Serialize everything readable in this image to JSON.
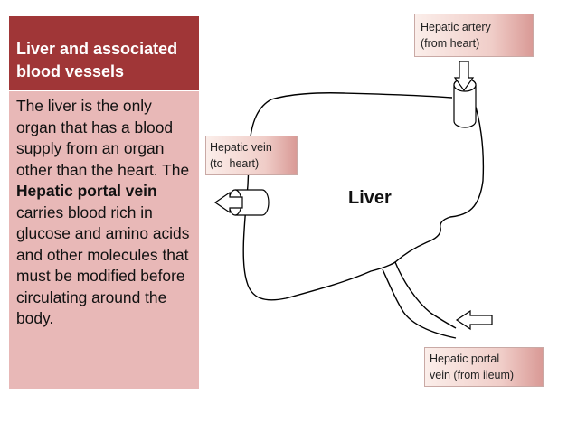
{
  "panel": {
    "title": "Liver and associated blood vessels",
    "body_before": "The liver is the only organ that has a blood supply from an organ other than the heart. The ",
    "body_bold": "Hepatic portal vein",
    "body_after": " carries blood rich in glucose and amino acids and other molecules that must be modified before circulating around the body."
  },
  "diagram": {
    "organ_label": "Liver",
    "labels": {
      "hepatic_artery": [
        "Hepatic artery",
        "(from heart)"
      ],
      "hepatic_vein": [
        "Hepatic vein",
        "(to  heart)"
      ],
      "hepatic_portal": [
        "Hepatic portal",
        "vein (from ileum)"
      ]
    }
  },
  "colors": {
    "title_bg": "#a03637",
    "body_bg": "#e8b8b7",
    "label_fill": "#f0cdc8"
  }
}
